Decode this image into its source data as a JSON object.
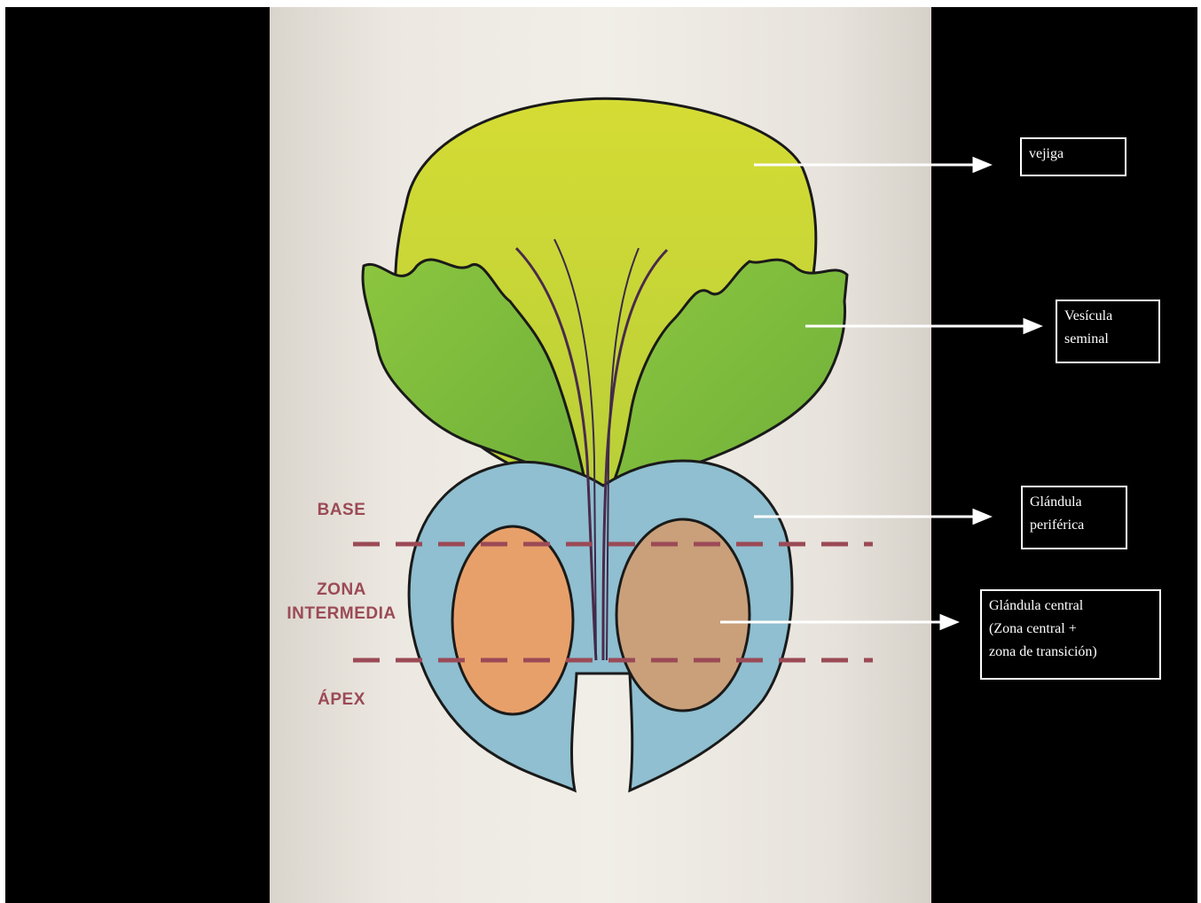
{
  "zones": {
    "base": "BASE",
    "intermedia": "ZONA\nINTERMEDIA",
    "apex": "ÁPEX"
  },
  "labels": {
    "vejiga": "vejiga",
    "vesicula": "Vesícula\nseminal",
    "periferica": "Glándula\nperiférica",
    "central": "Glándula central\n(Zona central +\nzona de transición)"
  },
  "colors": {
    "bladder": "#c9d636",
    "seminal_vesicle": "#7fbf3a",
    "peripheral_gland": "#8fbfd0",
    "central_left": "#e8a06a",
    "central_right": "#c9a07a",
    "zone_lines": "#9b4a56"
  }
}
